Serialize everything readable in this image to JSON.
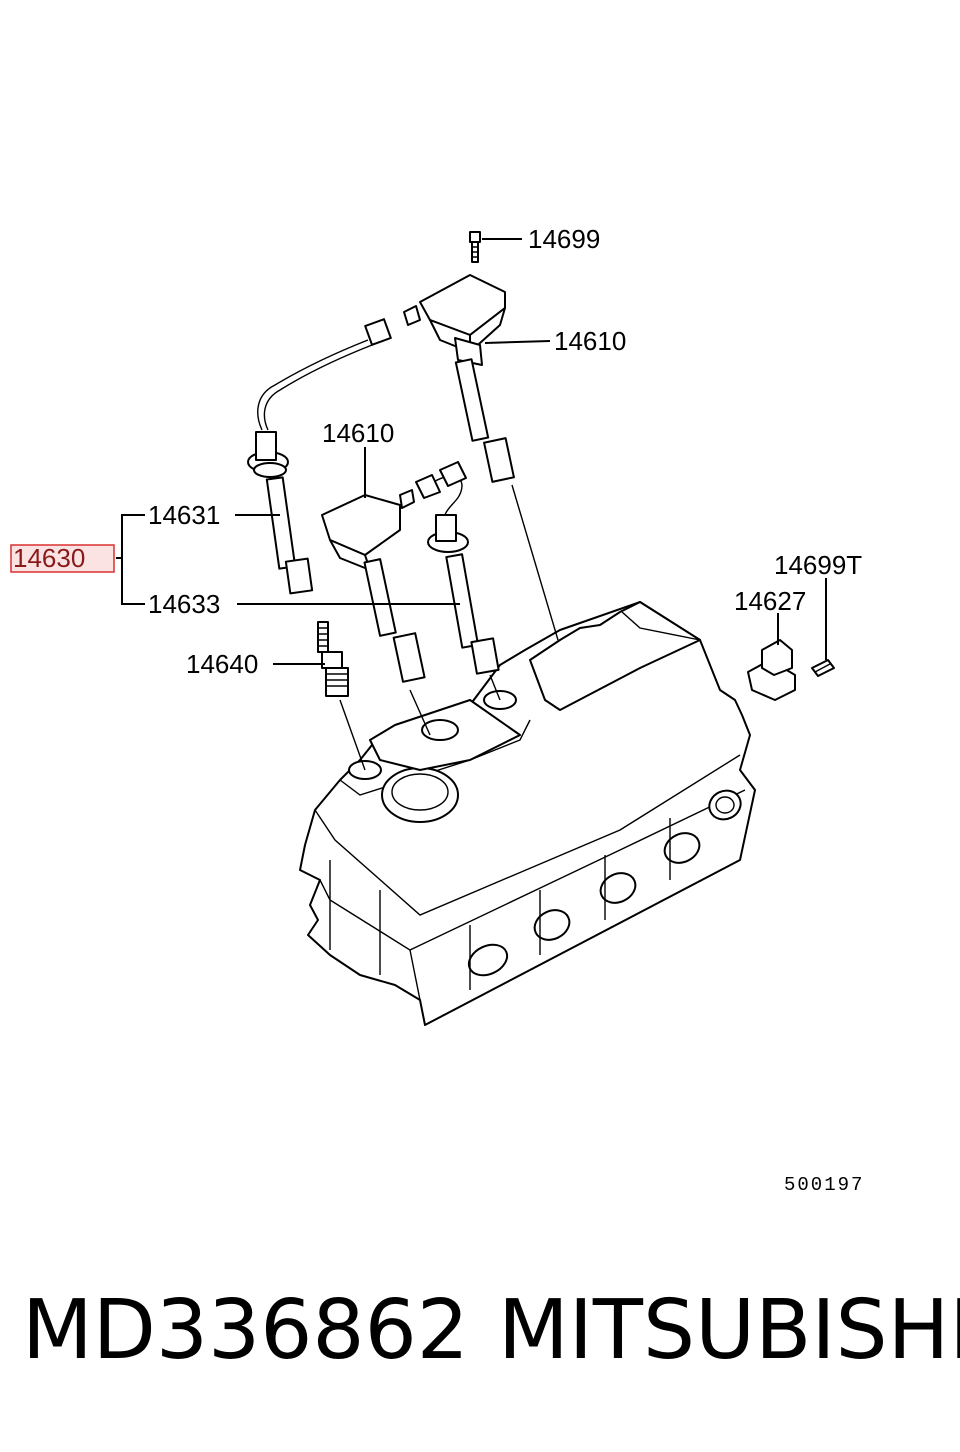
{
  "diagram": {
    "callouts": {
      "bolt_top": "14699",
      "coil_right": "14610",
      "coil_middle": "14610",
      "cable_1": "14631",
      "cable_set": "14630",
      "cable_2": "14633",
      "spark_plug": "14640",
      "screw": "14699T",
      "sensor": "14627"
    },
    "reference_code": "500197",
    "highlight_color": "#d93030"
  },
  "footer": {
    "part_number": "MD336862",
    "brand": "MITSUBISHI"
  }
}
